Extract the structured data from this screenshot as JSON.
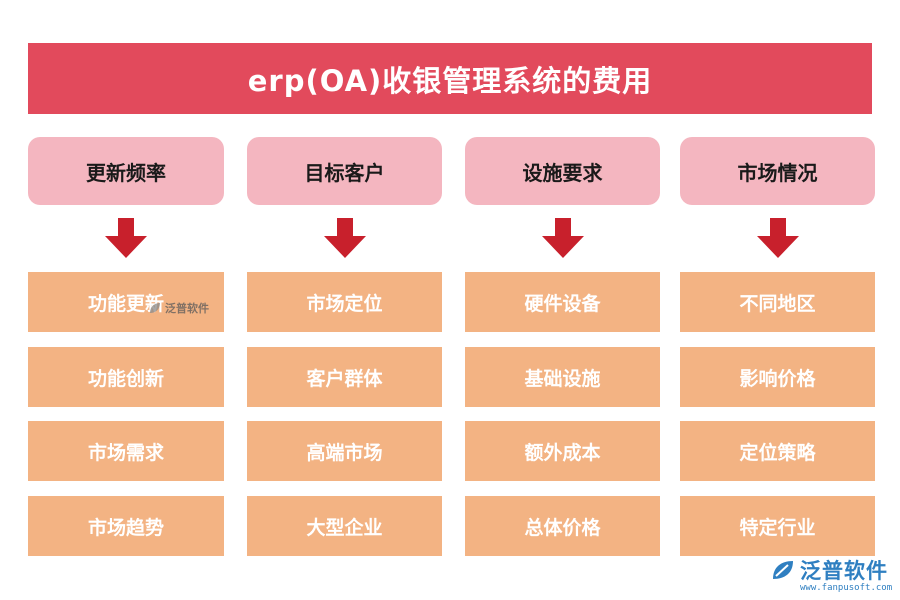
{
  "title": "erp(OA)收银管理系统的费用",
  "colors": {
    "banner": "#e24a5c",
    "header": "#f4b6c0",
    "item": "#f3b383",
    "arrow": "#c8202c",
    "logo": "#2f7fc1"
  },
  "columns": [
    {
      "header": "更新频率",
      "items": [
        "功能更新",
        "功能创新",
        "市场需求",
        "市场趋势"
      ]
    },
    {
      "header": "目标客户",
      "items": [
        "市场定位",
        "客户群体",
        "高端市场",
        "大型企业"
      ]
    },
    {
      "header": "设施要求",
      "items": [
        "硬件设备",
        "基础设施",
        "额外成本",
        "总体价格"
      ]
    },
    {
      "header": "市场情况",
      "items": [
        "不同地区",
        "影响价格",
        "定位策略",
        "特定行业"
      ]
    }
  ],
  "watermark": {
    "text": "泛普软件"
  },
  "logo": {
    "text": "泛普软件",
    "url": "www.fanpusoft.com"
  }
}
